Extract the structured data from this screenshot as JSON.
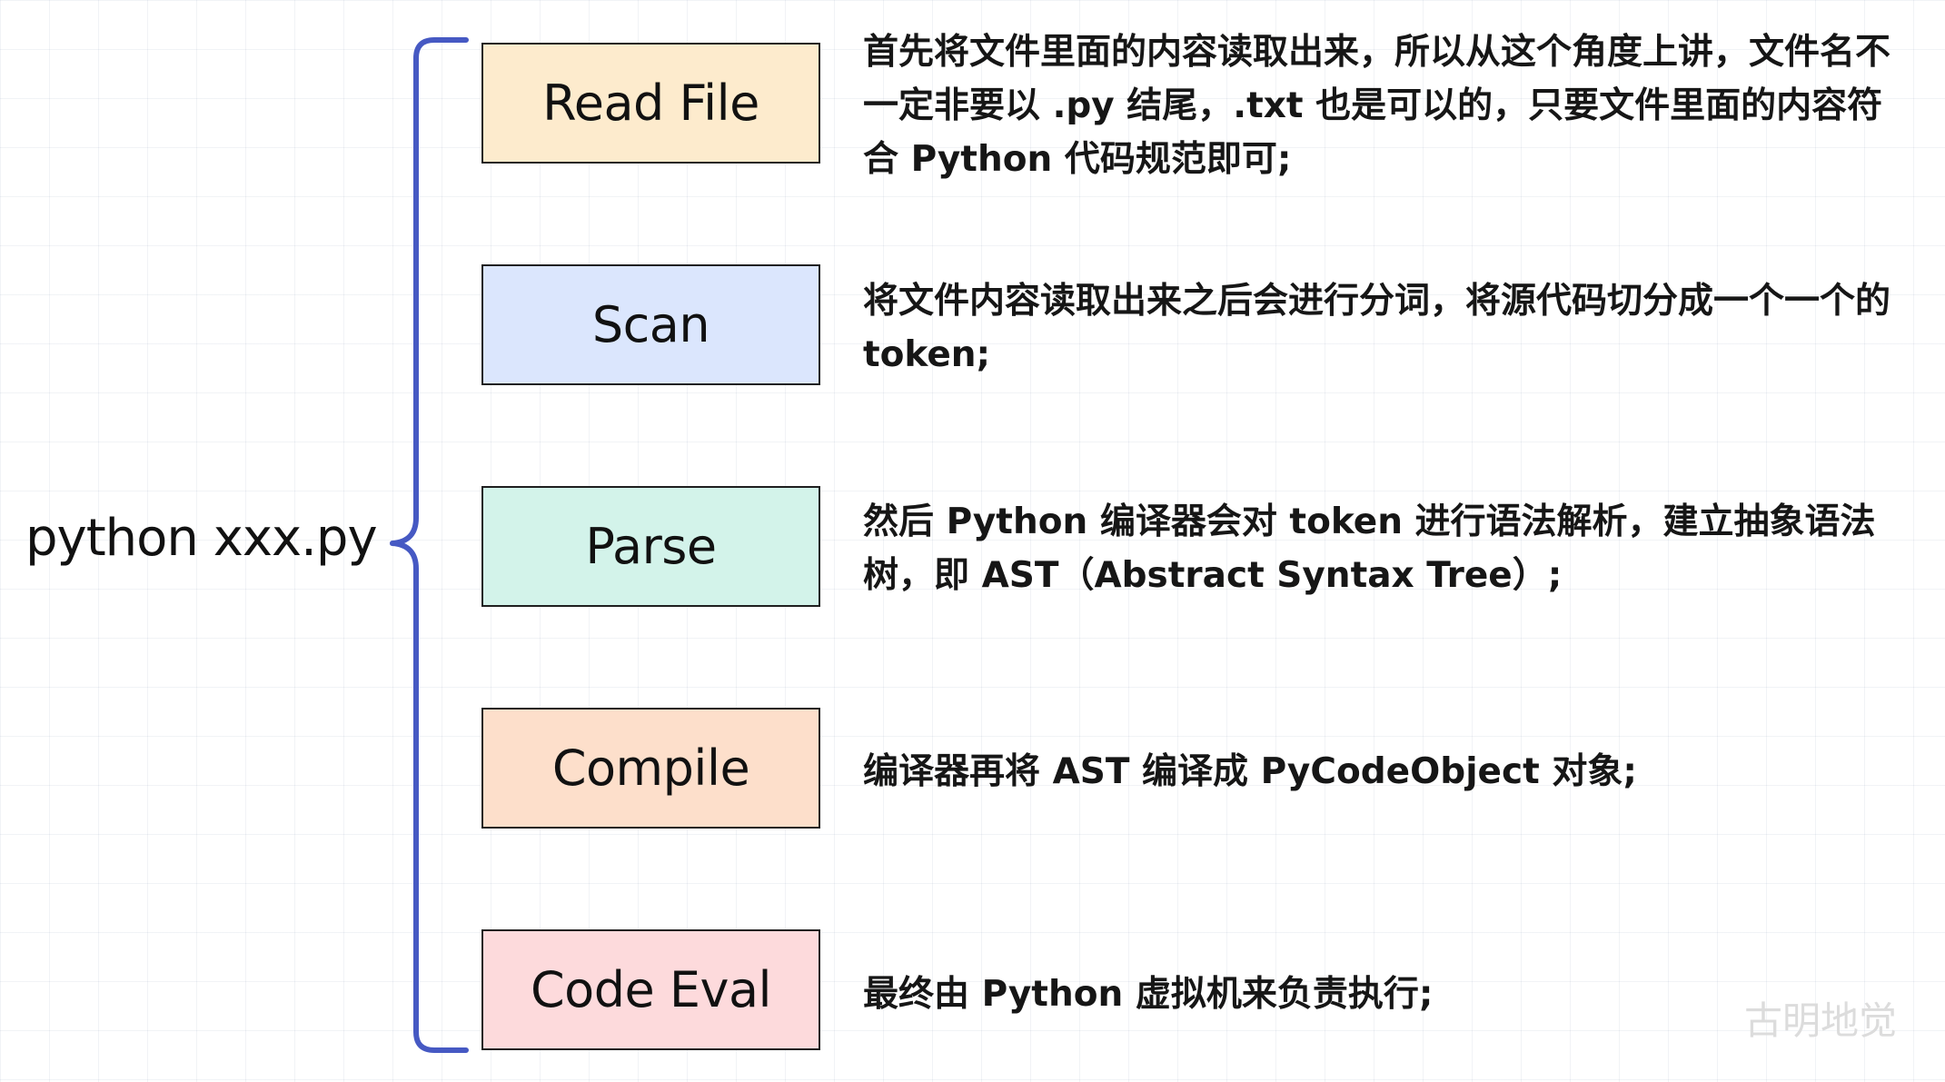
{
  "root": {
    "label": "python xxx.py"
  },
  "colors": {
    "brace": "#4659c3",
    "box_border": "#1f1f1f"
  },
  "stages": [
    {
      "label": "Read File",
      "fill": "#fdebcd",
      "description": "首先将文件里面的内容读取出来，所以从这个角度上讲，文件名不一定非要以 .py 结尾，.txt 也是可以的，只要文件里面的内容符合 Python 代码规范即可;"
    },
    {
      "label": "Scan",
      "fill": "#dbe6fd",
      "description": "将文件内容读取出来之后会进行分词，将源代码切分成一个一个的 token;"
    },
    {
      "label": "Parse",
      "fill": "#d3f3ea",
      "description": "然后 Python 编译器会对 token 进行语法解析，建立抽象语法树，即 AST（Abstract Syntax Tree）;"
    },
    {
      "label": "Compile",
      "fill": "#fddfcb",
      "description": "编译器再将 AST 编译成 PyCodeObject 对象;"
    },
    {
      "label": "Code Eval",
      "fill": "#fddadc",
      "description": "最终由 Python 虚拟机来负责执行;"
    }
  ],
  "watermark": "古明地觉"
}
